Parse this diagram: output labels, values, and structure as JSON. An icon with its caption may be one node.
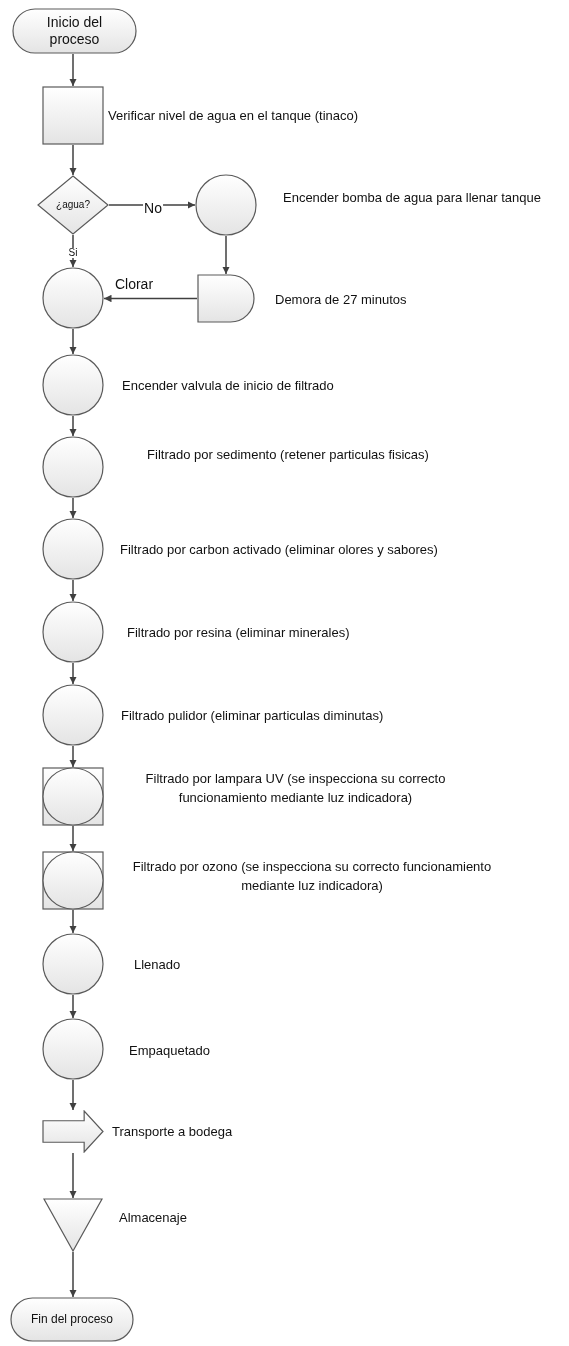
{
  "diagram": {
    "nodes": [
      {
        "text": [
          "Inicio del proceso"
        ]
      },
      {
        "text": [],
        "shape": "box",
        "beside": [
          "Verificar nivel de agua en el tanque (tinaco)"
        ]
      },
      {
        "text": [
          "¿agua?"
        ]
      },
      {
        "text": [],
        "shape": "circle",
        "beside": [
          "Encender bomba de agua para llenar tanque"
        ]
      },
      {
        "text": [],
        "shape": "delay",
        "beside": [
          "Demora de 27 minutos"
        ]
      },
      {
        "text": [],
        "shape": "circle"
      },
      {
        "text": [],
        "shape": "circle",
        "beside": [
          "Encender valvula de inicio de filtrado"
        ]
      },
      {
        "text": [],
        "shape": "circle",
        "beside": [
          "Filtrado por sedimento (retener particulas fisicas)"
        ]
      },
      {
        "text": [],
        "shape": "circle",
        "beside": [
          "Filtrado por carbon activado (eliminar olores y sabores)"
        ]
      },
      {
        "text": [],
        "shape": "circle",
        "beside": [
          "Filtrado por resina (eliminar minerales)"
        ]
      },
      {
        "text": [],
        "shape": "circle",
        "beside": [
          "Filtrado pulidor (eliminar particulas diminutas)"
        ]
      },
      {
        "text": [],
        "shape": "combined",
        "beside": [
          "Filtrado por lampara UV (se inspecciona su correcto funcionamiento mediante luz indicadora)"
        ]
      },
      {
        "text": [],
        "shape": "combined",
        "beside": [
          "Filtrado por ozono (se inspecciona su correcto funcionamiento mediante luz indicadora)"
        ]
      },
      {
        "text": [],
        "shape": "circle",
        "beside": [
          "Llenado"
        ]
      },
      {
        "text": [],
        "shape": "circle",
        "beside": [
          "Empaquetado"
        ]
      },
      {
        "text": [],
        "shape": "arrow",
        "beside": [
          "Transporte a bodega"
        ]
      },
      {
        "text": [],
        "shape": "triangle",
        "beside": [
          "Almacenaje"
        ]
      },
      {
        "text": [
          "Fin del proceso"
        ]
      }
    ],
    "edges": [
      {
        "from": 0,
        "to": 1,
        "arrow": "to"
      },
      {
        "from": 1,
        "to": 2,
        "arrow": "to"
      },
      {
        "from": 2,
        "to": 3,
        "arrow": "to",
        "label": "No"
      },
      {
        "from": 2,
        "to": 5,
        "arrow": "to",
        "label": "Si"
      },
      {
        "from": 3,
        "to": 4,
        "arrow": "to"
      },
      {
        "from": 4,
        "to": 5,
        "arrow": "to",
        "label": "Clorar"
      },
      {
        "from": 5,
        "to": 6,
        "arrow": "to"
      },
      {
        "from": 6,
        "to": 7,
        "arrow": "to"
      },
      {
        "from": 7,
        "to": 8,
        "arrow": "to"
      },
      {
        "from": 8,
        "to": 9,
        "arrow": "to"
      },
      {
        "from": 9,
        "to": 10,
        "arrow": "to"
      },
      {
        "from": 10,
        "to": 11,
        "arrow": "to"
      },
      {
        "from": 11,
        "to": 12,
        "arrow": "to"
      },
      {
        "from": 12,
        "to": 13,
        "arrow": "to"
      },
      {
        "from": 13,
        "to": 14,
        "arrow": "to"
      },
      {
        "from": 14,
        "to": 15,
        "arrow": "to"
      },
      {
        "from": 15,
        "to": 16,
        "arrow": "to"
      },
      {
        "from": 16,
        "to": 17,
        "arrow": "to"
      }
    ]
  }
}
